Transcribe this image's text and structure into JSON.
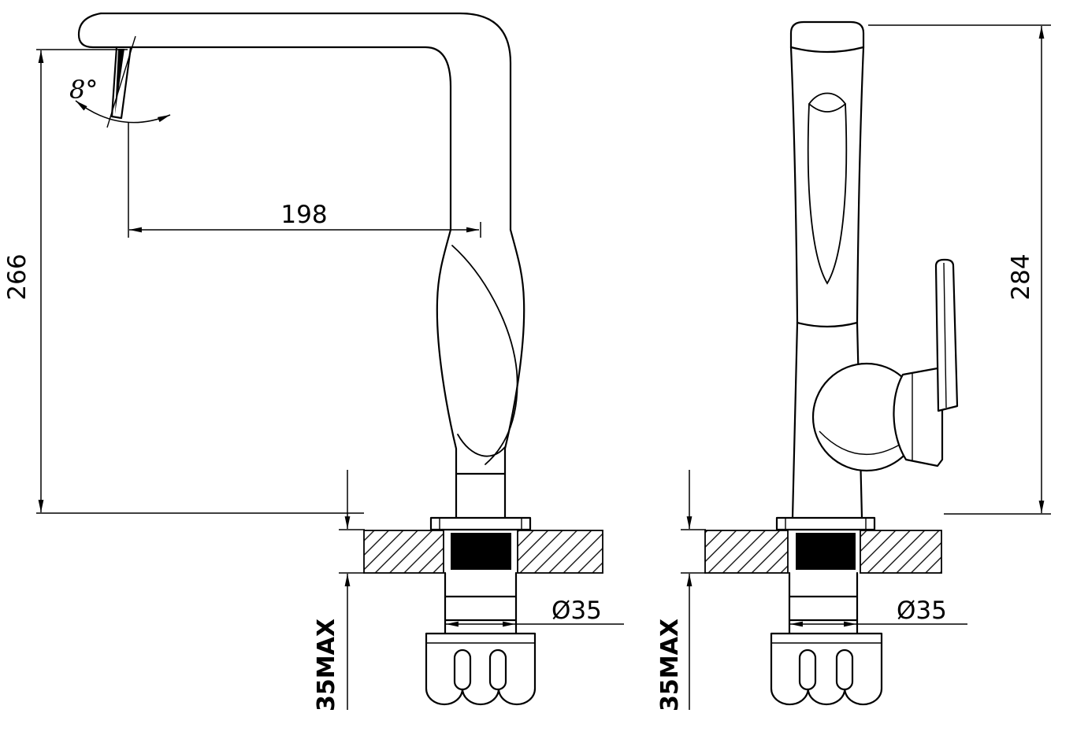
{
  "drawing": {
    "front_view": {
      "height": "266",
      "reach": "198",
      "angle": "8°",
      "diameter": "Ø35",
      "deck_max": "35MAX"
    },
    "side_view": {
      "height": "284",
      "diameter": "Ø35",
      "deck_max": "35MAX"
    },
    "colors": {
      "line": "#000000",
      "background": "#ffffff"
    }
  }
}
